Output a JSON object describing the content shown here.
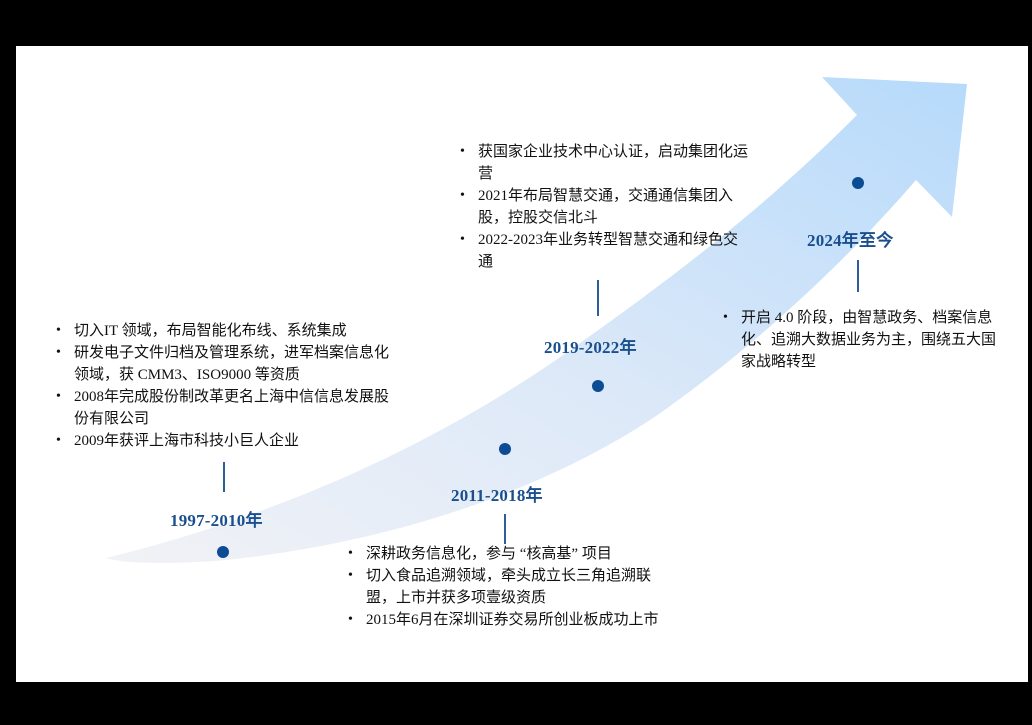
{
  "colors": {
    "background_frame": "#000000",
    "canvas": "#ffffff",
    "arrow_start": "#eef1f6",
    "arrow_end": "#b9dcfb",
    "label_blue": "#1a4f8f",
    "dot_blue": "#0b4c94",
    "text": "#111111"
  },
  "timeline": {
    "stages": [
      {
        "label": "1997-2010年",
        "items": [
          "切入IT 领域，布局智能化布线、系统集成",
          "研发电子文件归档及管理系统，进军档案信息化领域，获 CMM3、ISO9000 等资质",
          "2008年完成股份制改革更名上海中信信息发展股份有限公司",
          "2009年获评上海市科技小巨人企业"
        ]
      },
      {
        "label": "2011-2018年",
        "items": [
          "深耕政务信息化，参与 “核高基” 项目",
          "切入食品追溯领域，牵头成立长三角追溯联盟，上市并获多项壹级资质",
          "2015年6月在深圳证券交易所创业板成功上市"
        ]
      },
      {
        "label": "2019-2022年",
        "items": [
          "获国家企业技术中心认证，启动集团化运营",
          "2021年布局智慧交通，交通通信集团入股，控股交信北斗",
          "2022-2023年业务转型智慧交通和绿色交通"
        ]
      },
      {
        "label": "2024年至今",
        "items": [
          "开启 4.0 阶段，由智慧政务、档案信息化、追溯大数据业务为主，围绕五大国家战略转型"
        ]
      }
    ]
  }
}
